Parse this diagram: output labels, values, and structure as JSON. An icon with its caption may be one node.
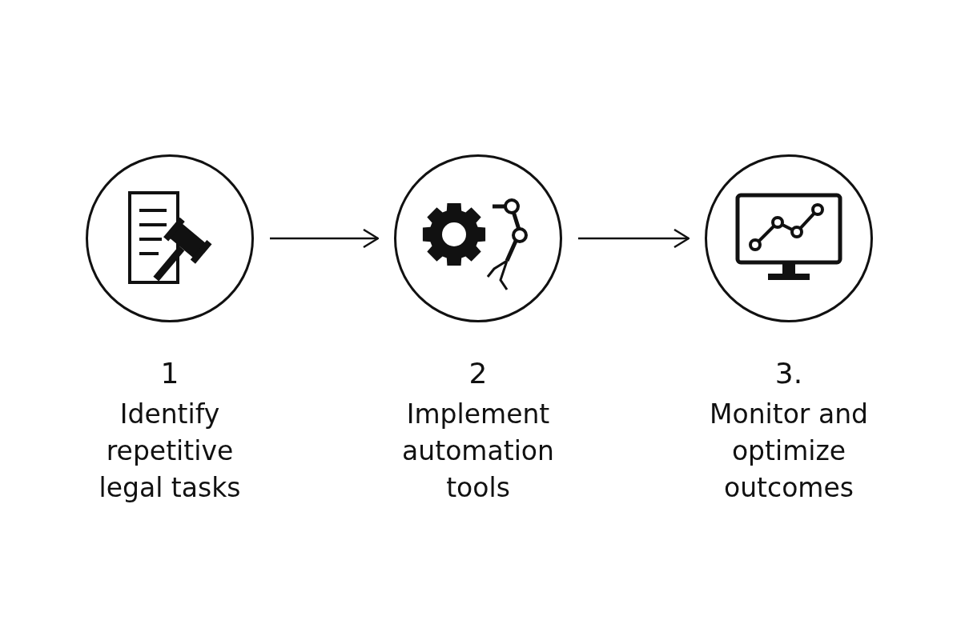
{
  "diagram": {
    "nodes": [
      {
        "text": [
          "1",
          "Identify repetitive legal tasks"
        ]
      },
      {
        "text": [
          "2",
          "Implement automation tools"
        ]
      },
      {
        "text": [
          "3.",
          "Monitor and optimize outcomes"
        ]
      }
    ],
    "edges": [
      {
        "from": 0,
        "to": 1,
        "arrow": "to"
      },
      {
        "from": 1,
        "to": 2,
        "arrow": "to"
      }
    ]
  }
}
